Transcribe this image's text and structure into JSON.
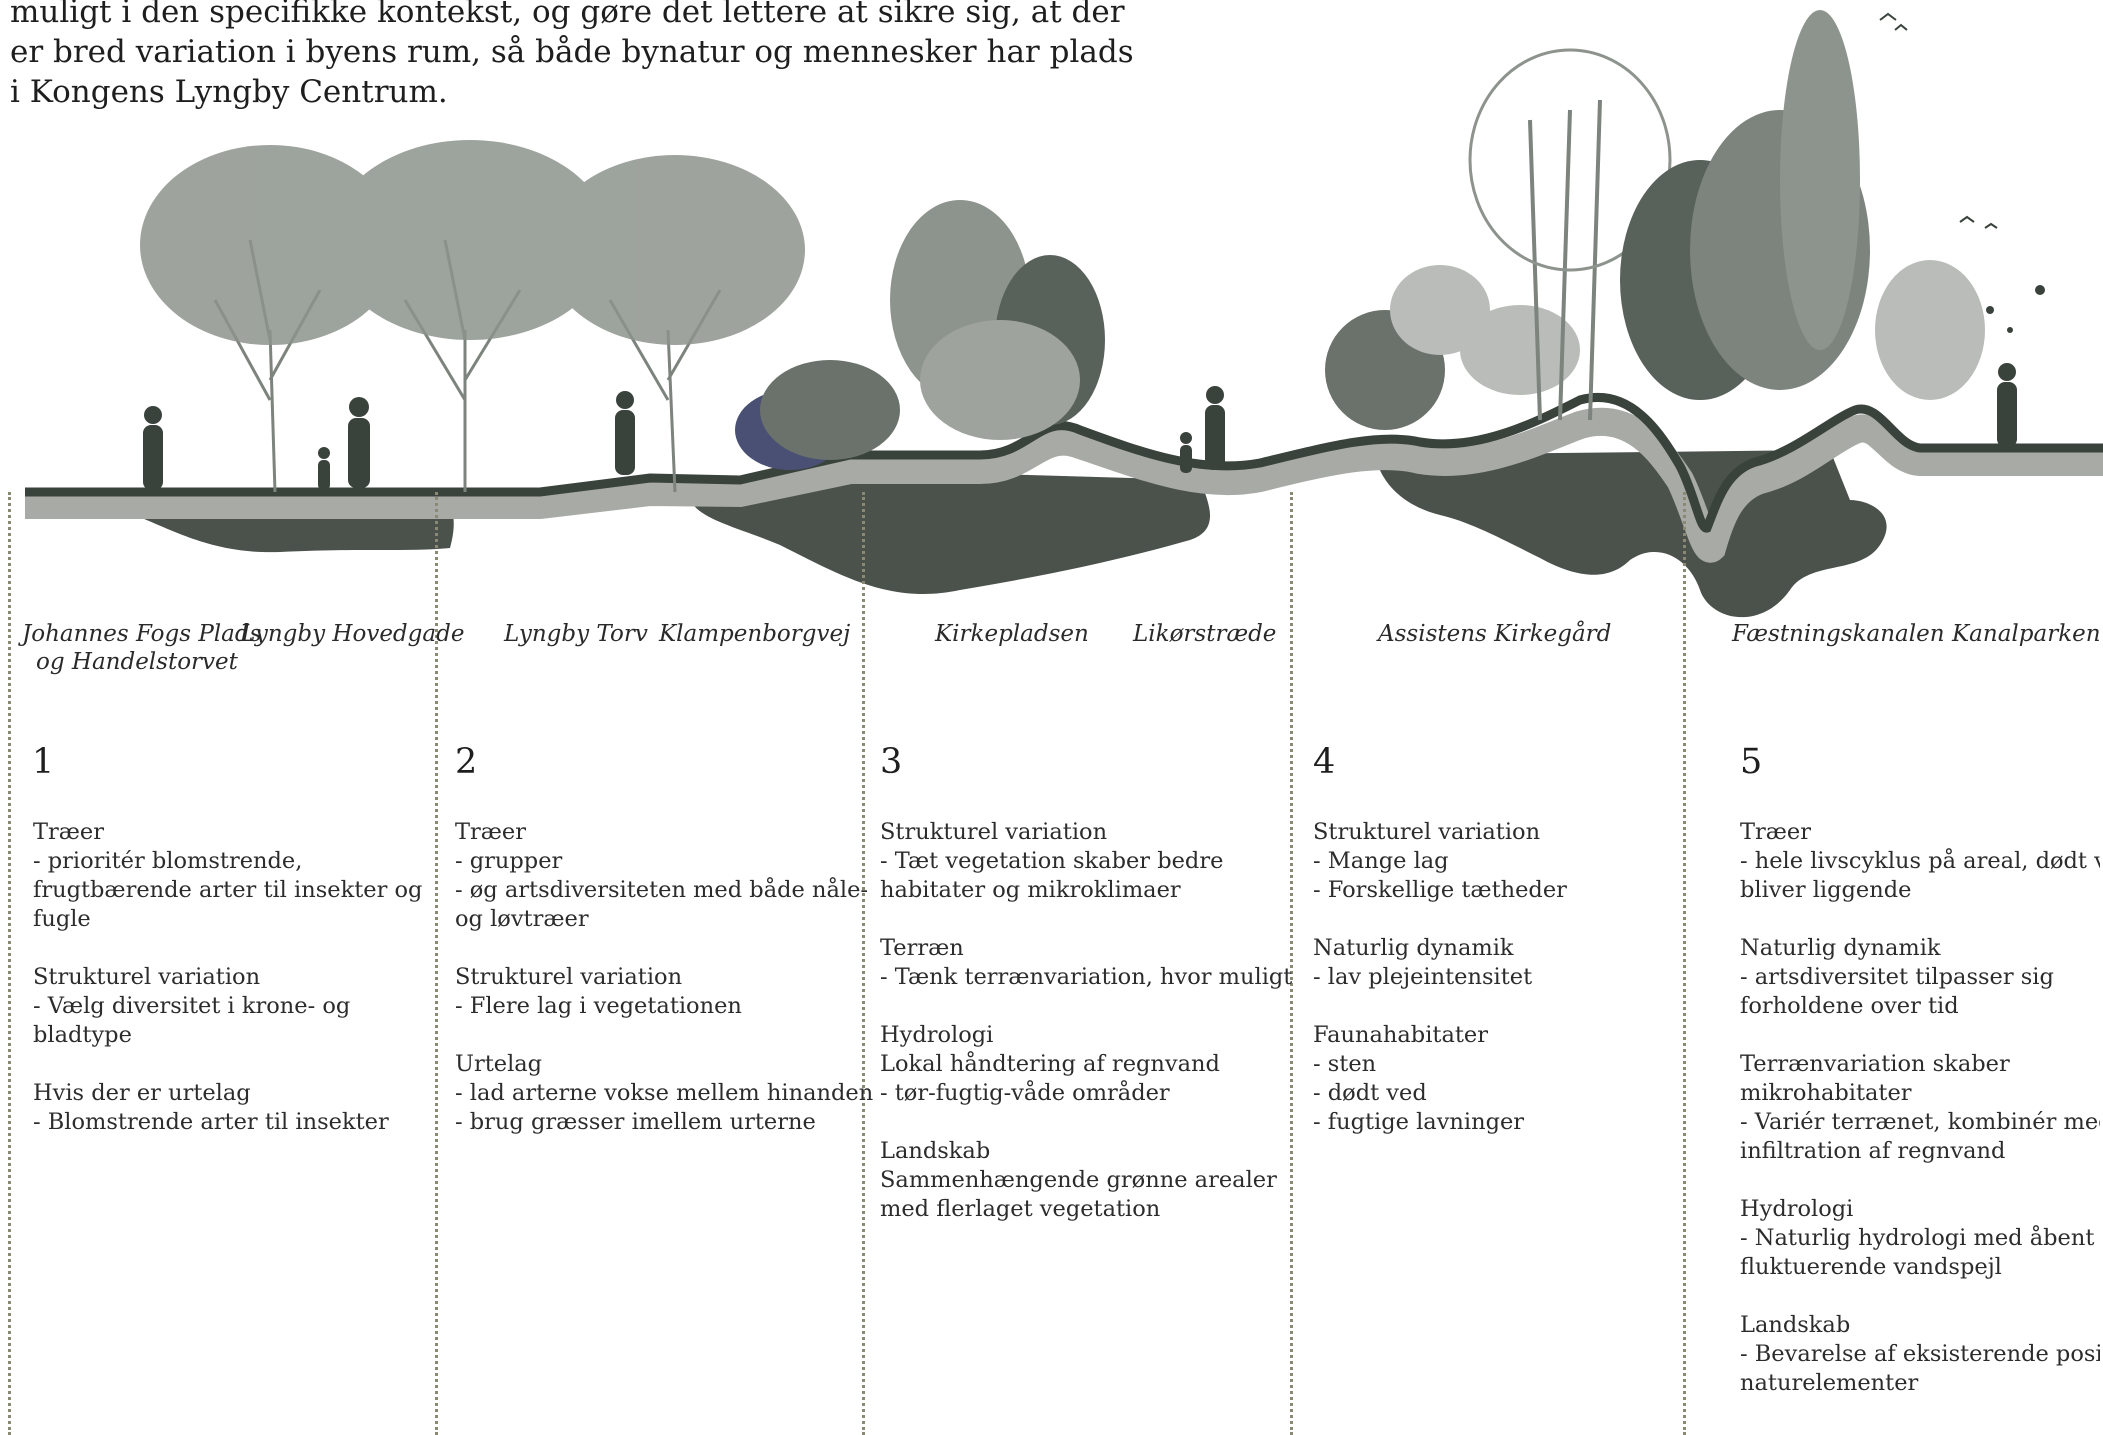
{
  "intro_lines": [
    "muligt i den specifikke kontekst, og gøre det lettere at sikre sig, at der",
    "er bred variation i byens rum, så både bynatur og mennesker har plads",
    "i Kongens Lyngby Centrum."
  ],
  "locations": [
    {
      "lines": [
        "Johannes Fogs Plads",
        "og Handelstorvet"
      ]
    },
    {
      "lines": [
        "Lyngby Hovedgade"
      ]
    },
    {
      "lines": [
        "Lyngby Torv"
      ]
    },
    {
      "lines": [
        "Klampenborgvej"
      ]
    },
    {
      "lines": [
        "Kirkepladsen"
      ]
    },
    {
      "lines": [
        "Likørstræde"
      ]
    },
    {
      "lines": [
        "Assistens Kirkegård"
      ]
    },
    {
      "lines": [
        "Fæstningskanalen"
      ]
    },
    {
      "lines": [
        "Kanalparken"
      ]
    }
  ],
  "sections": [
    {
      "number": "1",
      "blocks": [
        {
          "lines": [
            "Træer",
            "- prioritér blomstrende,",
            "frugtbærende arter til insekter og",
            "fugle"
          ]
        },
        {
          "lines": [
            "Strukturel variation",
            "- Vælg diversitet i krone- og",
            "bladtype"
          ]
        },
        {
          "lines": [
            "Hvis der er urtelag",
            "- Blomstrende arter til insekter"
          ]
        }
      ]
    },
    {
      "number": "2",
      "blocks": [
        {
          "lines": [
            "Træer",
            "- grupper",
            "- øg artsdiversiteten med både nåle-",
            "og løvtræer"
          ]
        },
        {
          "lines": [
            "Strukturel variation",
            "- Flere lag i vegetationen"
          ]
        },
        {
          "lines": [
            "Urtelag",
            "- lad arterne vokse mellem hinanden",
            "- brug græsser imellem urterne"
          ]
        }
      ]
    },
    {
      "number": "3",
      "blocks": [
        {
          "lines": [
            "Strukturel variation",
            "- Tæt vegetation skaber bedre",
            "habitater og mikroklimaer"
          ]
        },
        {
          "lines": [
            "Terræn",
            "- Tænk terrænvariation, hvor muligt"
          ]
        },
        {
          "lines": [
            "Hydrologi",
            "Lokal håndtering af regnvand",
            "- tør-fugtig-våde områder"
          ]
        },
        {
          "lines": [
            "Landskab",
            "Sammenhængende grønne arealer",
            "med flerlaget vegetation"
          ]
        }
      ]
    },
    {
      "number": "4",
      "blocks": [
        {
          "lines": [
            "Strukturel variation",
            "- Mange lag",
            "- Forskellige tætheder"
          ]
        },
        {
          "lines": [
            "Naturlig dynamik",
            "- lav plejeintensitet"
          ]
        },
        {
          "lines": [
            "Faunahabitater",
            "- sten",
            "- dødt ved",
            "- fugtige lavninger"
          ]
        }
      ]
    },
    {
      "number": "5",
      "blocks": [
        {
          "lines": [
            "Træer",
            "- hele livscyklus på areal, dødt ved",
            "bliver liggende"
          ]
        },
        {
          "lines": [
            "Naturlig dynamik",
            "- artsdiversitet tilpasser sig",
            "forholdene over tid"
          ]
        },
        {
          "lines": [
            "Terrænvariation skaber",
            "mikrohabitater",
            "- Variér terrænet, kombinér med",
            "infiltration af regnvand"
          ]
        },
        {
          "lines": [
            "Hydrologi",
            "- Naturlig hydrologi med åbent vand,",
            "fluktuerende vandspejl"
          ]
        },
        {
          "lines": [
            "Landskab",
            "- Bevarelse af eksisterende positive",
            "naturelementer"
          ]
        }
      ]
    }
  ],
  "colors": {
    "soil_dark": "#4b524c",
    "terrain_mid": "#a8aaa5",
    "tree_gray": "#7d837d",
    "tree_light": "#b9bcb8",
    "tree_dark": "#59615b",
    "flower_blue": "#4a5073",
    "divider": "#8a8a74"
  }
}
